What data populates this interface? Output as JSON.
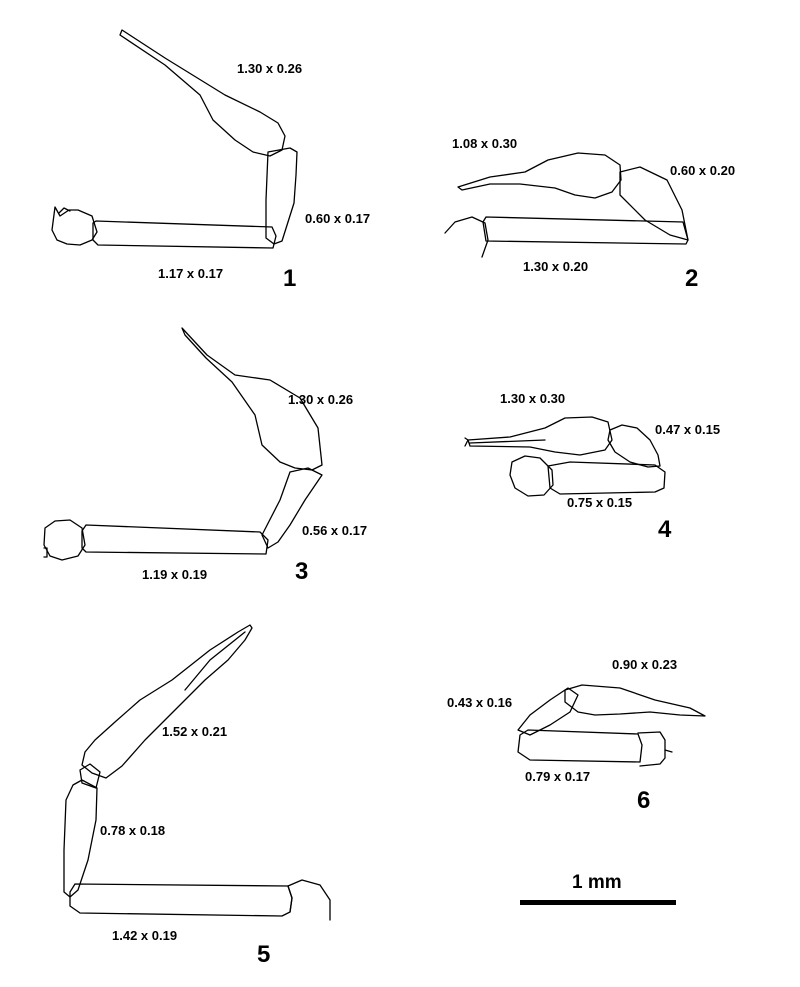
{
  "figures": [
    {
      "number": "1",
      "measurements": {
        "chela": "1.30 x 0.26",
        "patella": "0.60 x 0.17",
        "femur": "1.17 x 0.17"
      }
    },
    {
      "number": "2",
      "measurements": {
        "chela": "1.08 x 0.30",
        "patella": "0.60 x 0.20",
        "femur": "1.30 x 0.20"
      }
    },
    {
      "number": "3",
      "measurements": {
        "chela": "1.30 x 0.26",
        "patella": "0.56 x 0.17",
        "femur": "1.19 x 0.19"
      }
    },
    {
      "number": "4",
      "measurements": {
        "chela": "1.30 x 0.30",
        "patella": "0.47 x 0.15",
        "femur": "0.75 x 0.15"
      }
    },
    {
      "number": "5",
      "measurements": {
        "chela": "1.52 x 0.21",
        "patella": "0.78 x 0.18",
        "femur": "1.42 x 0.19"
      }
    },
    {
      "number": "6",
      "measurements": {
        "chela": "0.90 x 0.23",
        "patella": "0.43 x 0.16",
        "femur": "0.79 x 0.17"
      }
    }
  ],
  "scale_bar": {
    "label": "1 mm"
  }
}
